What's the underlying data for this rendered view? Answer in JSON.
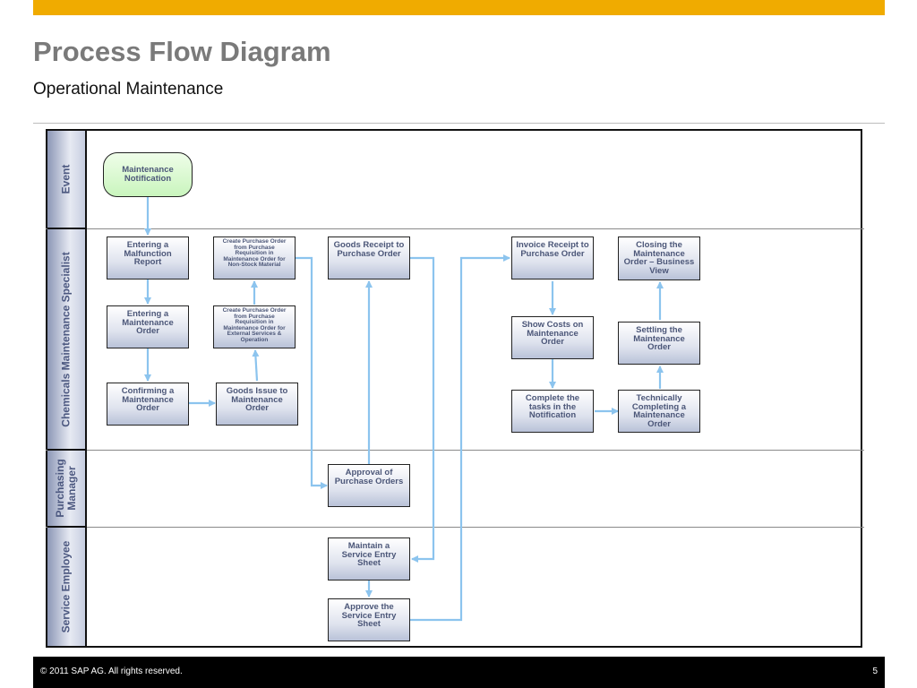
{
  "header": {
    "title": "Process Flow Diagram",
    "subtitle": "Operational Maintenance",
    "accent_color": "#f0ab00"
  },
  "lanes": {
    "event": "Event",
    "specialist": "Chemicals Maintenance Specialist",
    "purchasing": "Purchasing\nManager",
    "service": "Service Employee"
  },
  "steps": {
    "maintenance_notification": "Maintenance Notification",
    "entering_malfunction_report": "Entering a Malfunction Report",
    "entering_maintenance_order": "Entering a Maintenance Order",
    "confirming_maintenance_order": "Confirming a Maintenance Order",
    "create_po_non_stock": "Create Purchase Order from Purchase Requisition in Maintenance Order for Non-Stock Material",
    "create_po_external": "Create Purchase Order from Purchase Requisition in Maintenance Order for External Services & Operation",
    "goods_issue": "Goods Issue to Maintenance Order",
    "goods_receipt": "Goods Receipt to Purchase Order",
    "approval_purchase_orders": "Approval of Purchase Orders",
    "maintain_service_entry": "Maintain a Service Entry Sheet",
    "approve_service_entry": "Approve the Service Entry Sheet",
    "invoice_receipt": "Invoice Receipt to Purchase Order",
    "show_costs": "Show Costs on Maintenance Order",
    "complete_tasks": "Complete the tasks in the Notification",
    "closing_business_view": "Closing the Maintenance Order – Business View",
    "settling_order": "Settling the Maintenance Order",
    "technically_completing": "Technically Completing a Maintenance Order"
  },
  "footer": {
    "copyright": "© 2011 SAP AG. All rights reserved.",
    "page_number": "5"
  }
}
